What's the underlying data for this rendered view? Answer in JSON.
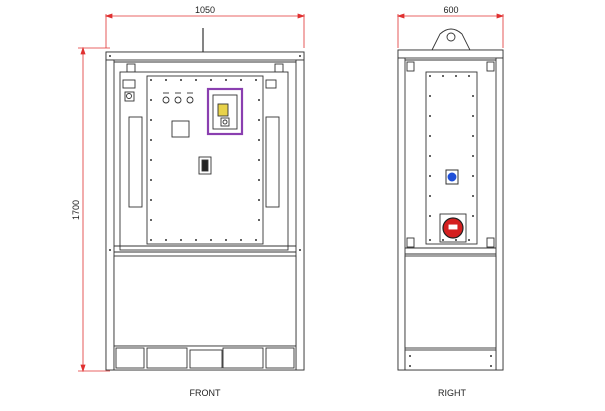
{
  "dimensions": {
    "front_width": "1050",
    "height": "1700",
    "right_width": "600"
  },
  "views": {
    "front_label": "FRONT",
    "right_label": "RIGHT"
  },
  "colors": {
    "outline": "#333333",
    "dimension": "#e03030",
    "breaker_frame": "#8a3fb0",
    "socket_red": "#d42020",
    "socket_blue": "#1f4fd8",
    "panel_bg": "#ffffff"
  }
}
